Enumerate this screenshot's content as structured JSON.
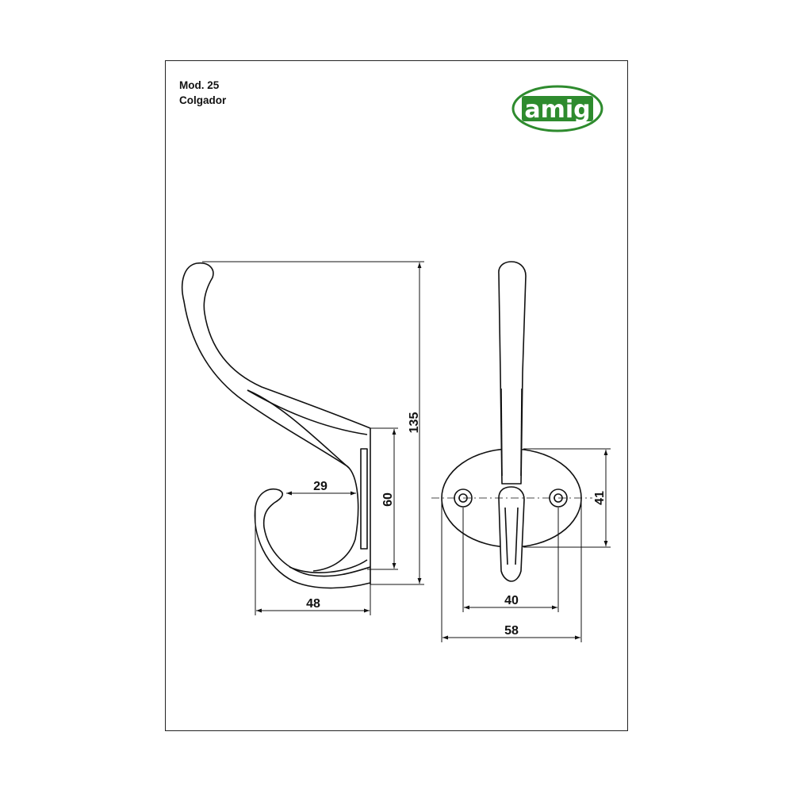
{
  "header": {
    "model": "Mod. 25",
    "product": "Colgador"
  },
  "logo": {
    "text": "amig",
    "color": "#2e8b2e"
  },
  "dimensions": {
    "side_view": {
      "total_height": "135",
      "base_height": "60",
      "hook_reach": "29",
      "depth": "48"
    },
    "front_view": {
      "plate_height": "41",
      "hole_spacing": "40",
      "plate_width": "58"
    }
  }
}
